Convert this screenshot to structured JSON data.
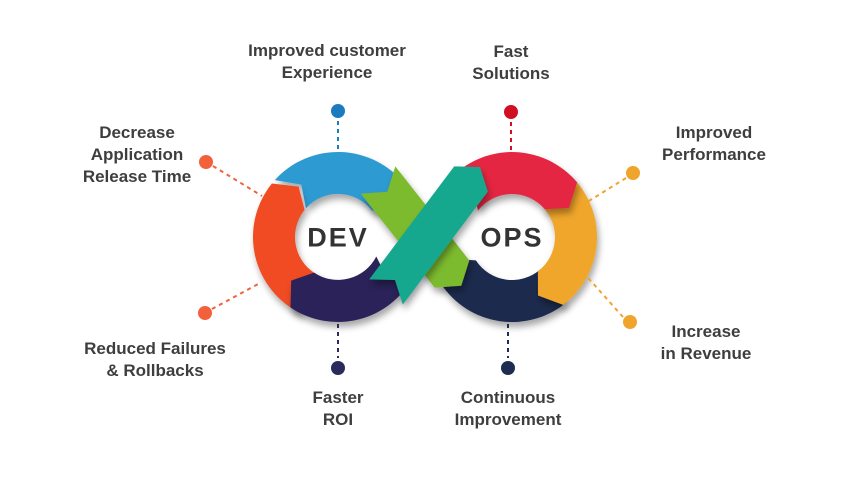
{
  "diagram": {
    "dev_label": "DEV",
    "ops_label": "OPS"
  },
  "colors": {
    "dev_arc_top": "#2E9AD2",
    "dev_arc_left": "#F04C24",
    "dev_arc_bottom": "#2B2159",
    "ops_arc_top": "#E42742",
    "ops_arc_right": "#EFA62B",
    "ops_arc_bottom": "#1B2A4D",
    "ribbon_green": "#7BBA2D",
    "ribbon_teal": "#17A78F",
    "label_text": "#3E3E3E",
    "circle_text": "#333333"
  },
  "benefits": [
    {
      "id": "improved-customer-experience",
      "lines": [
        "Improved customer",
        "Experience"
      ],
      "dot_color": "#1A7BBE"
    },
    {
      "id": "fast-solutions",
      "lines": [
        "Fast",
        "Solutions"
      ],
      "dot_color": "#D00F22"
    },
    {
      "id": "decrease-application-release-time",
      "lines": [
        "Decrease",
        "Application",
        "Release Time"
      ],
      "dot_color": "#F2613C"
    },
    {
      "id": "improved-performance",
      "lines": [
        "Improved",
        "Performance"
      ],
      "dot_color": "#F0A42C"
    },
    {
      "id": "reduced-failures-rollbacks",
      "lines": [
        "Reduced Failures",
        "& Rollbacks"
      ],
      "dot_color": "#F2613C"
    },
    {
      "id": "faster-roi",
      "lines": [
        "Faster",
        "ROI"
      ],
      "dot_color": "#2B2A5C"
    },
    {
      "id": "continuous-improvement",
      "lines": [
        "Continuous",
        "Improvement"
      ],
      "dot_color": "#1D2C50"
    },
    {
      "id": "increase-in-revenue",
      "lines": [
        "Increase",
        "in Revenue"
      ],
      "dot_color": "#F0A42C"
    }
  ]
}
